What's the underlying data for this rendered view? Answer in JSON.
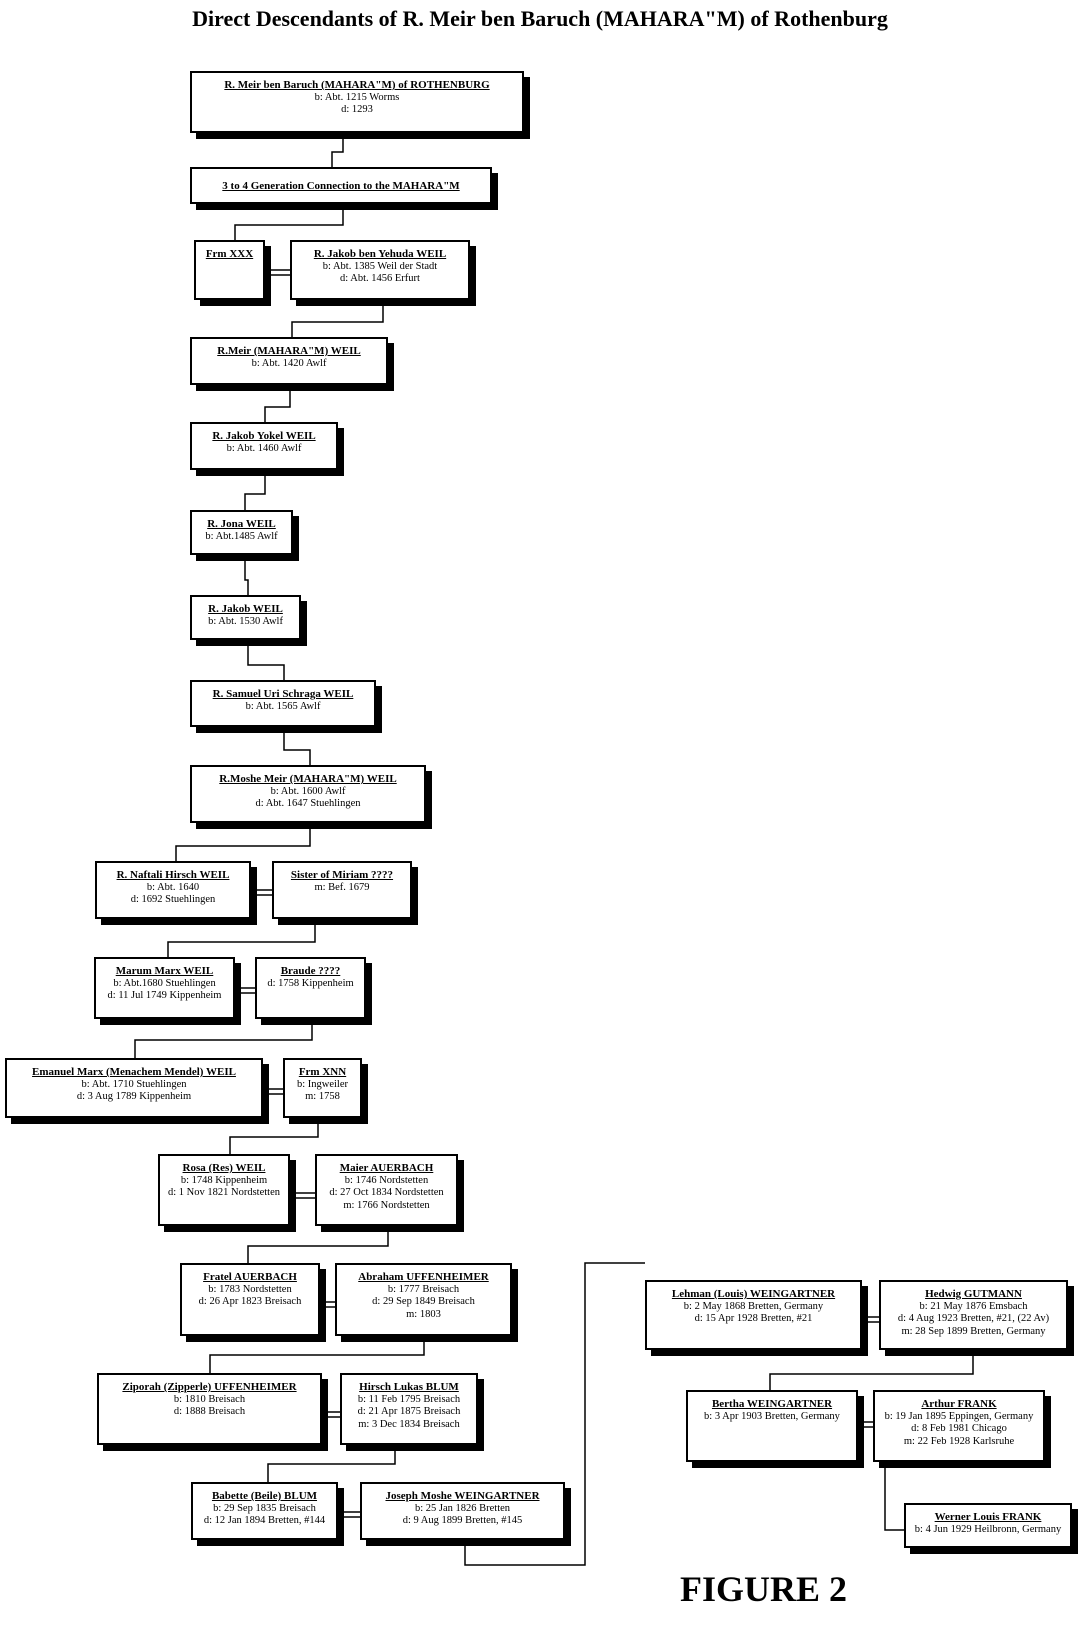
{
  "title": "Direct Descendants of R. Meir ben Baruch (MAHARA\"M) of Rothenburg",
  "figure_label": "FIGURE 2",
  "persons": {
    "meir_baruch": {
      "name": "R. Meir ben Baruch (MAHARA\"M) of ROTHENBURG",
      "l1": "b: Abt. 1215 Worms",
      "l2": "d: 1293"
    },
    "connection": {
      "name": "3 to 4 Generation Connection to the MAHARA\"M"
    },
    "frm_xxx": {
      "name": "Frm XXX"
    },
    "jakob_yehuda": {
      "name": "R. Jakob ben Yehuda WEIL",
      "l1": "b: Abt. 1385 Weil der Stadt",
      "l2": "d: Abt. 1456 Erfurt"
    },
    "meir_weil": {
      "name": "R.Meir (MAHARA\"M) WEIL",
      "l1": "b: Abt. 1420 Awlf"
    },
    "jakob_yokel": {
      "name": "R. Jakob Yokel WEIL",
      "l1": "b: Abt. 1460 Awlf"
    },
    "jona": {
      "name": "R. Jona WEIL",
      "l1": "b: Abt.1485 Awlf"
    },
    "jakob": {
      "name": "R. Jakob WEIL",
      "l1": "b: Abt. 1530 Awlf"
    },
    "samuel": {
      "name": "R. Samuel Uri Schraga WEIL",
      "l1": "b: Abt. 1565 Awlf"
    },
    "moshe_meir": {
      "name": "R.Moshe Meir (MAHARA\"M) WEIL",
      "l1": "b: Abt. 1600 Awlf",
      "l2": "d: Abt. 1647 Stuehlingen"
    },
    "naftali": {
      "name": "R. Naftali Hirsch WEIL",
      "l1": "b: Abt. 1640",
      "l2": "d: 1692 Stuehlingen"
    },
    "sister_miriam": {
      "name": "Sister of Miriam ????",
      "l1": "m: Bef. 1679"
    },
    "marum": {
      "name": "Marum Marx WEIL",
      "l1": "b: Abt.1680 Stuehlingen",
      "l2": "d: 11 Jul 1749 Kippenheim"
    },
    "braude": {
      "name": "Braude ????",
      "l1": "d: 1758 Kippenheim"
    },
    "emanuel": {
      "name": "Emanuel Marx (Menachem Mendel) WEIL",
      "l1": "b: Abt. 1710 Stuehlingen",
      "l2": "d: 3 Aug 1789 Kippenheim"
    },
    "frm_xnn": {
      "name": "Frm XNN",
      "l1": "b: Ingweiler",
      "l2": "m: 1758"
    },
    "rosa": {
      "name": "Rosa (Res) WEIL",
      "l1": "b: 1748 Kippenheim",
      "l2": "d: 1 Nov 1821 Nordstetten"
    },
    "maier": {
      "name": "Maier AUERBACH",
      "l1": "b: 1746 Nordstetten",
      "l2": "d: 27 Oct 1834 Nordstetten",
      "l3": "m: 1766 Nordstetten"
    },
    "fratel": {
      "name": "Fratel AUERBACH",
      "l1": "b: 1783 Nordstetten",
      "l2": "d: 26 Apr 1823 Breisach"
    },
    "abraham": {
      "name": "Abraham UFFENHEIMER",
      "l1": "b: 1777 Breisach",
      "l2": "d: 29 Sep 1849 Breisach",
      "l3": "m: 1803"
    },
    "ziporah": {
      "name": "Ziporah (Zipperle) UFFENHEIMER",
      "l1": "b: 1810 Breisach",
      "l2": "d: 1888 Breisach"
    },
    "hirsch": {
      "name": "Hirsch Lukas BLUM",
      "l1": "b: 11 Feb 1795 Breisach",
      "l2": "d: 21 Apr 1875 Breisach",
      "l3": "m: 3 Dec 1834 Breisach"
    },
    "babette": {
      "name": "Babette (Beile) BLUM",
      "l1": "b: 29 Sep 1835 Breisach",
      "l2": "d: 12 Jan 1894 Bretten, #144"
    },
    "joseph": {
      "name": "Joseph Moshe WEINGARTNER",
      "l1": "b: 25 Jan 1826 Bretten",
      "l2": "d: 9 Aug 1899 Bretten, #145"
    },
    "lehman": {
      "name": "Lehman (Louis) WEINGARTNER",
      "l1": "b: 2 May 1868 Bretten, Germany",
      "l2": "d: 15 Apr 1928 Bretten, #21"
    },
    "hedwig": {
      "name": "Hedwig GUTMANN",
      "l1": "b: 21 May 1876 Emsbach",
      "l2": "d: 4 Aug 1923 Bretten, #21, (22 Av)",
      "l3": "m: 28 Sep 1899 Bretten, Germany"
    },
    "bertha": {
      "name": "Bertha WEINGARTNER",
      "l1": "b: 3 Apr 1903 Bretten, Germany"
    },
    "arthur": {
      "name": "Arthur FRANK",
      "l1": "b: 19 Jan 1895 Eppingen, Germany",
      "l2": "d: 8 Feb 1981 Chicago",
      "l3": "m: 22 Feb 1928 Karlsruhe"
    },
    "werner": {
      "name": "Werner Louis FRANK",
      "l1": "b: 4 Jun 1929 Heilbronn, Germany"
    }
  }
}
